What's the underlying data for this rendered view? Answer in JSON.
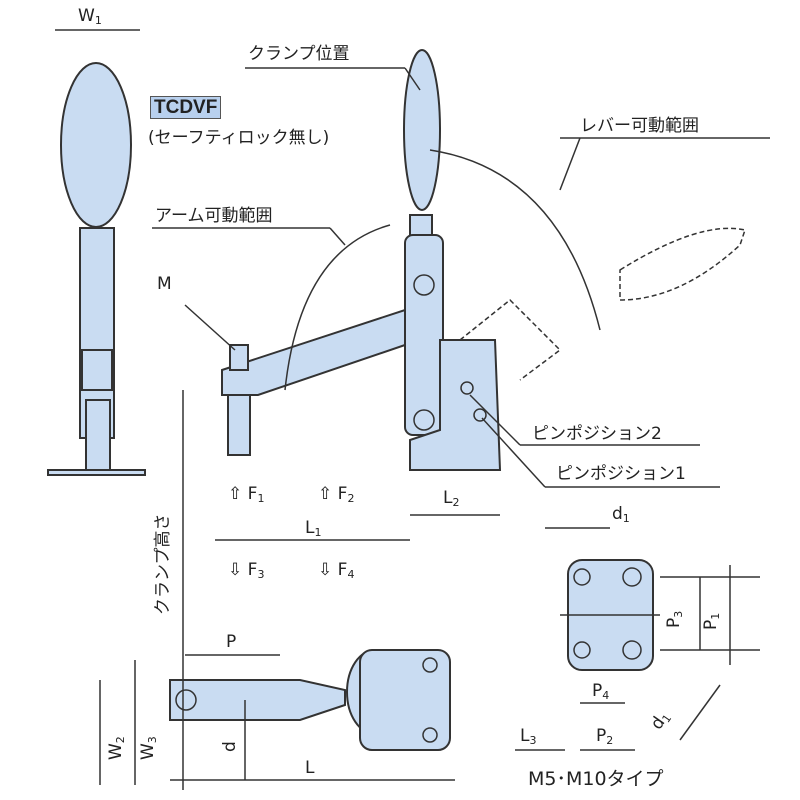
{
  "model": "TCDVF",
  "model_note": "(セーフティロック無し)",
  "labels": {
    "clamp_position": "クランプ位置",
    "lever_range": "レバー可動範囲",
    "arm_range": "アーム可動範囲",
    "pin_position_2": "ピンポジション2",
    "pin_position_1": "ピンポジション1",
    "clamp_height": "クランプ高さ",
    "type": "M5･M10タイプ",
    "M": "M"
  },
  "dims": {
    "W1": {
      "m": "W",
      "s": "1"
    },
    "W2": {
      "m": "W",
      "s": "2"
    },
    "W3": {
      "m": "W",
      "s": "3"
    },
    "F1": {
      "m": "F",
      "s": "1"
    },
    "F2": {
      "m": "F",
      "s": "2"
    },
    "F3": {
      "m": "F",
      "s": "3"
    },
    "F4": {
      "m": "F",
      "s": "4"
    },
    "L": {
      "m": "L",
      "s": ""
    },
    "L1": {
      "m": "L",
      "s": "1"
    },
    "L2": {
      "m": "L",
      "s": "2"
    },
    "L3": {
      "m": "L",
      "s": "3"
    },
    "P": {
      "m": "P",
      "s": ""
    },
    "P1": {
      "m": "P",
      "s": "1"
    },
    "P2": {
      "m": "P",
      "s": "2"
    },
    "P3": {
      "m": "P",
      "s": "3"
    },
    "P4": {
      "m": "P",
      "s": "4"
    },
    "d": {
      "m": "d",
      "s": ""
    },
    "d1": {
      "m": "d",
      "s": "1"
    }
  },
  "colors": {
    "fill": "#c9dcf2",
    "line": "#333333"
  }
}
